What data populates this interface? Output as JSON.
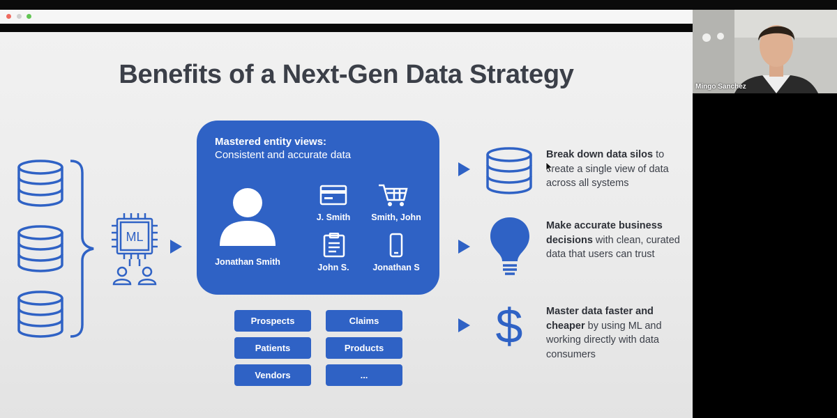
{
  "slide": {
    "title": "Benefits of a Next-Gen Data Strategy",
    "ml_label": "ML",
    "card": {
      "title": "Mastered entity views:",
      "subtitle": "Consistent and accurate data",
      "main_person": "Jonathan Smith",
      "variants": [
        "J. Smith",
        "Smith, John",
        "John S.",
        "Jonathan S"
      ]
    },
    "categories": [
      "Prospects",
      "Claims",
      "Patients",
      "Products",
      "Vendors",
      "..."
    ],
    "benefits": [
      {
        "bold": "Break down data silos",
        "rest": " to create a single view of data across all systems"
      },
      {
        "bold": "Make accurate business decisions",
        "rest": " with clean, curated data that users can trust"
      },
      {
        "bold": "Master data faster and cheaper",
        "rest": " by using ML and working directly with data consumers"
      }
    ],
    "dollar": "$"
  },
  "video": {
    "participant_name": "Mingo Sanchez"
  },
  "colors": {
    "accent": "#2f62c5",
    "text": "#3b3f48"
  }
}
